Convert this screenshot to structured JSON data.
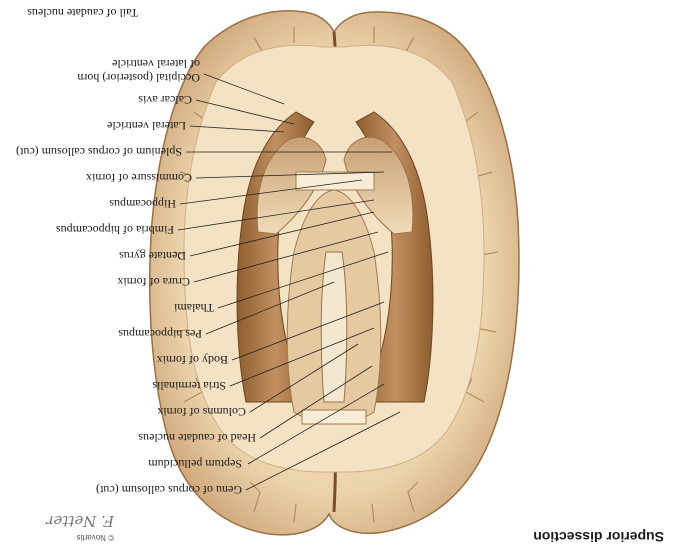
{
  "caption": "Superior dissection",
  "artist_signature": "F. Netter",
  "copyright": "© Novartis",
  "labels": [
    "Genu of corpus callosum (cut)",
    "Septum pellucidum",
    "Head of caudate nucleus",
    "Columns of fornix",
    "Stria terminalis",
    "Body of fornix",
    "Pes hippocampus",
    "Thalami",
    "Crura of fornix",
    "Dentate gyrus",
    "Fimbria of hippocampus",
    "Hippocampus",
    "Commissure of fornix",
    "Splenium of corpus callosum (cut)",
    "Lateral ventricle",
    "Calcar avis",
    "Occipital (posterior) horn",
    "of lateral ventricle",
    "Tail of caudate nucleus"
  ],
  "colors": {
    "cortex": "#e9cfa6",
    "cortex_dark": "#caa176",
    "white_matter": "#f4e4c7",
    "ventricle": "#b78651",
    "ventricle_dark": "#8e5d2e",
    "hippocampus": "#e3c9a4",
    "leader": "#222222"
  }
}
